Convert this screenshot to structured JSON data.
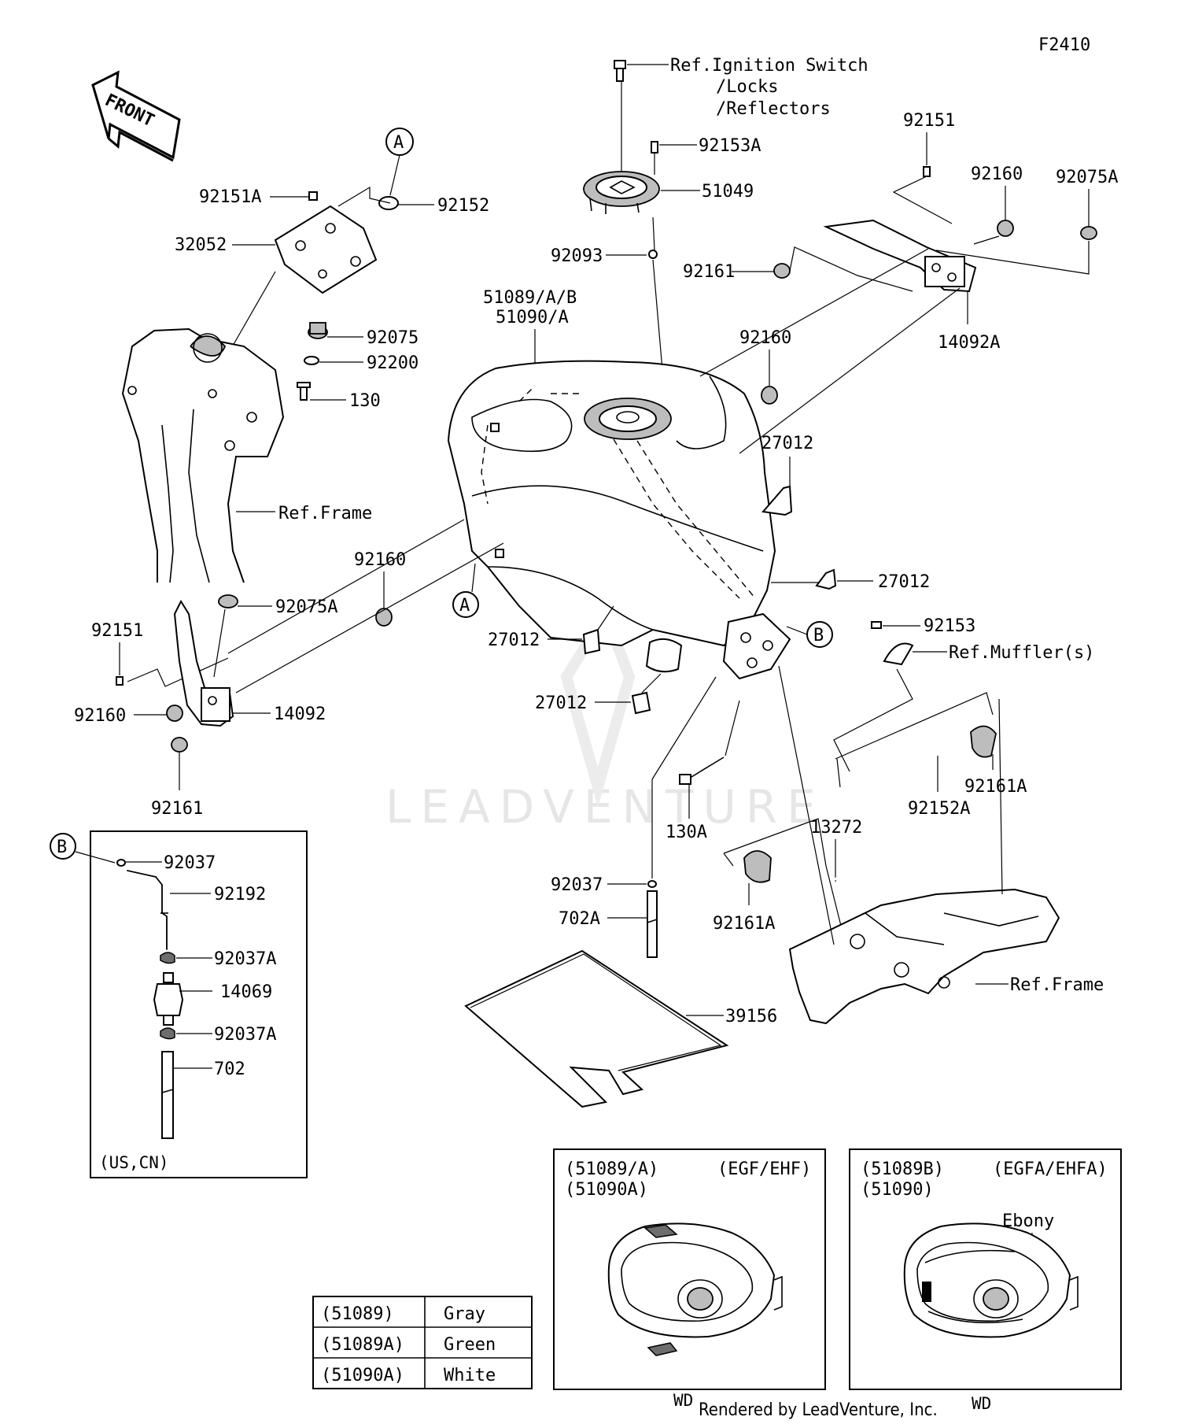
{
  "diagram_code": "F2410",
  "front_arrow_label": "FRONT",
  "ref_labels": {
    "ignition_switch": "Ref.Ignition Switch",
    "locks": "/Locks",
    "reflectors": "/Reflectors",
    "frame_left": "Ref.Frame",
    "frame_right": "Ref.Frame",
    "mufflers": "Ref.Muffler(s)"
  },
  "callouts": {
    "A_top": "A",
    "A_mid": "A",
    "B_mid": "B",
    "B_box": "B"
  },
  "parts": {
    "p92153A": "92153A",
    "p51049": "51049",
    "p92093": "92093",
    "p51089AB": "51089/A/B",
    "p51090A": "51090/A",
    "p92151A": "92151A",
    "p92152": "92152",
    "p32052": "32052",
    "p92075": "92075",
    "p92200": "92200",
    "p130": "130",
    "p92151_tr": "92151",
    "p92160_tr": "92160",
    "p92075A_tr": "92075A",
    "p92161_tr": "92161",
    "p14092A": "14092A",
    "p92160_mid": "92160",
    "p27012_a": "27012",
    "p27012_b": "27012",
    "p27012_c": "27012",
    "p27012_d": "27012",
    "p92153": "92153",
    "p92160_left": "92160",
    "p92075A_left": "92075A",
    "p92151_left": "92151",
    "p92160_lower": "92160",
    "p14092": "14092",
    "p92161_left": "92161",
    "p92161A_r": "92161A",
    "p92152A": "92152A",
    "p130A": "130A",
    "p13272": "13272",
    "p92037": "92037",
    "p702A": "702A",
    "p92161A_c": "92161A",
    "p39156": "39156",
    "box_92037": "92037",
    "box_92192": "92192",
    "box_92037A_1": "92037A",
    "box_14069": "14069",
    "box_92037A_2": "92037A",
    "box_702": "702",
    "box_region": "(US,CN)"
  },
  "variant_left": {
    "line1": "(51089/A)",
    "line2": "(51090A)",
    "models": "(EGF/EHF)"
  },
  "variant_right": {
    "line1": "(51089B)",
    "line2": "(51090)",
    "models": "(EGFA/EHFA)",
    "note": "Ebony"
  },
  "color_table": [
    {
      "part": "(51089)",
      "color": "Gray"
    },
    {
      "part": "(51089A)",
      "color": "Green"
    },
    {
      "part": "(51090A)",
      "color": "White"
    }
  ],
  "footer": {
    "wd_left": "WD",
    "rendered": "Rendered by LeadVenture, Inc.",
    "wd_right": "WD"
  },
  "watermark": "LEADVENTURE"
}
